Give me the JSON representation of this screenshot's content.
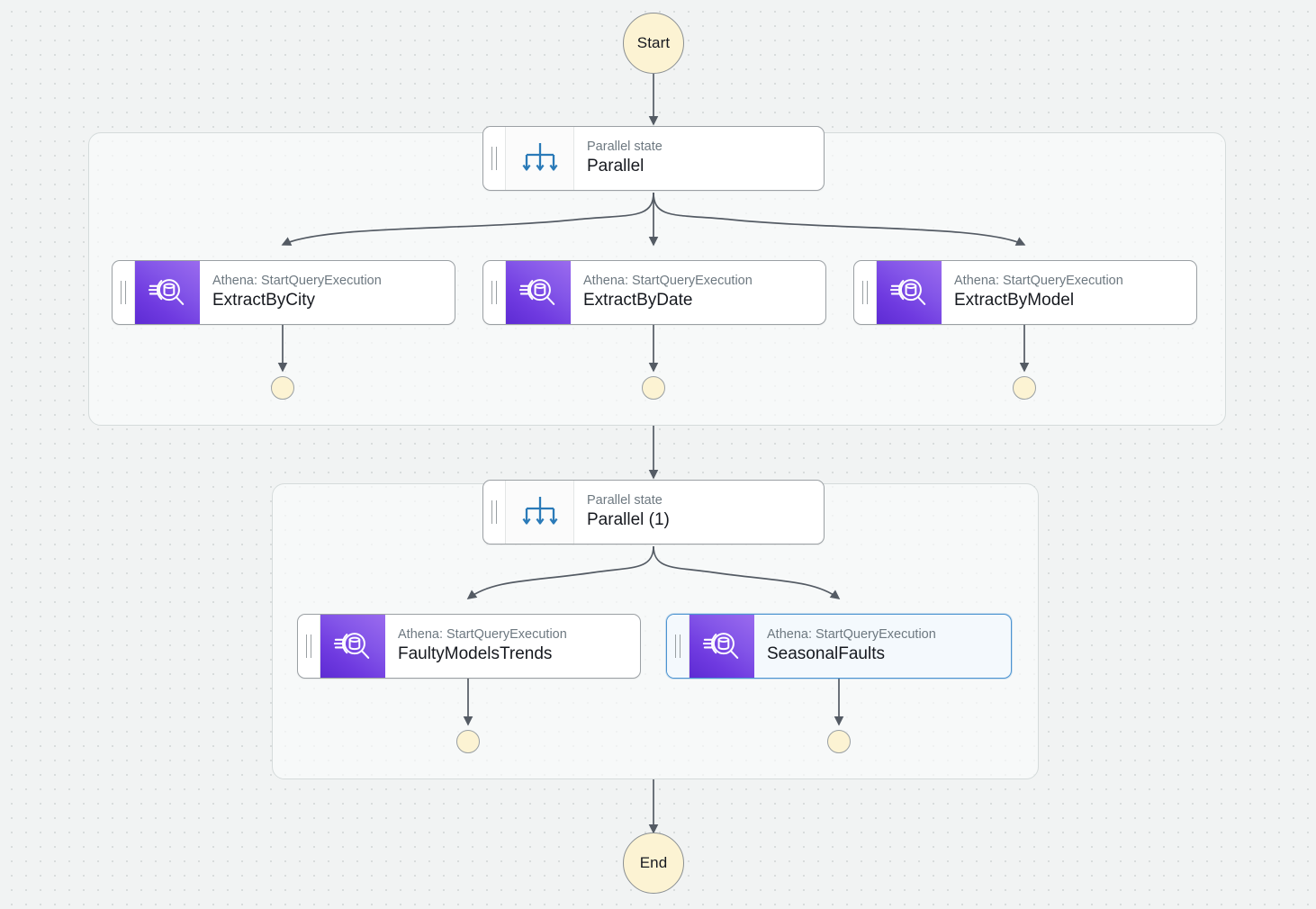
{
  "canvas": {
    "background": "#f1f3f3",
    "grid_dot_color": "#d8dcdc",
    "edge_color": "#545b64",
    "accent_selected": "#4b93d1",
    "athena_purple": "#7d3ee6",
    "terminal_fill": "#fcf3d3"
  },
  "terminals": {
    "start": {
      "label": "Start"
    },
    "end": {
      "label": "End"
    }
  },
  "groups": [
    {
      "id": "parallel-group-1",
      "name": "parallel-branch-container"
    },
    {
      "id": "parallel-group-2",
      "name": "parallel-branch-container"
    }
  ],
  "nodes": [
    {
      "id": "parallel",
      "kind": "Parallel state",
      "title": "Parallel",
      "icon": "parallel-fork-icon",
      "selected": false
    },
    {
      "id": "extract-by-city",
      "kind": "Athena: StartQueryExecution",
      "title": "ExtractByCity",
      "icon": "athena-icon",
      "selected": false
    },
    {
      "id": "extract-by-date",
      "kind": "Athena: StartQueryExecution",
      "title": "ExtractByDate",
      "icon": "athena-icon",
      "selected": false
    },
    {
      "id": "extract-by-model",
      "kind": "Athena: StartQueryExecution",
      "title": "ExtractByModel",
      "icon": "athena-icon",
      "selected": false
    },
    {
      "id": "parallel-1",
      "kind": "Parallel state",
      "title": "Parallel (1)",
      "icon": "parallel-fork-icon",
      "selected": false
    },
    {
      "id": "faulty-models-trends",
      "kind": "Athena: StartQueryExecution",
      "title": "FaultyModelsTrends",
      "icon": "athena-icon",
      "selected": false
    },
    {
      "id": "seasonal-faults",
      "kind": "Athena: StartQueryExecution",
      "title": "SeasonalFaults",
      "icon": "athena-icon",
      "selected": true
    }
  ]
}
